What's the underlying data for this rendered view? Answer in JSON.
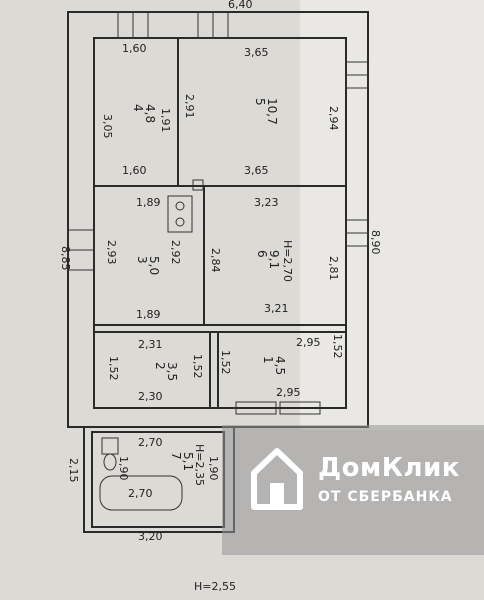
{
  "plan": {
    "overall": {
      "width_top": "6,40",
      "height_left": "8,85",
      "height_right": "8,90",
      "annex_bottom": "3,20",
      "annex_height": "2,15"
    },
    "rooms": [
      {
        "id": "r4",
        "number": "4",
        "area": "4,8",
        "w_top": "1,60",
        "w_bottom": "1,60",
        "h_left": "3,05",
        "h_right": "1,91"
      },
      {
        "id": "r5",
        "number": "5",
        "area": "10,7",
        "w_top": "3,65",
        "w_bottom": "3,65",
        "h_left": "2,91",
        "h_right": "2,94"
      },
      {
        "id": "r3",
        "number": "3",
        "area": "5,0",
        "w_top": "1,89",
        "w_bottom": "1,89",
        "h_left": "2,93",
        "h_right": "2,92"
      },
      {
        "id": "r6",
        "number": "6",
        "area": "9,1",
        "w_top": "3,23",
        "w_bottom": "3,21",
        "h_left": "2,84",
        "h_right": "2,81",
        "height": "H=2,70"
      },
      {
        "id": "r2",
        "number": "2",
        "area": "3,5",
        "w_top": "2,31",
        "w_bottom": "2,30",
        "h_left": "1,52",
        "h_right": "1,52"
      },
      {
        "id": "r1",
        "number": "1",
        "area": "4,5",
        "w_top": "2,95",
        "w_bottom": "2,95",
        "h_left": "1,52",
        "h_right": "1,52"
      },
      {
        "id": "r7",
        "number": "7",
        "area": "5,1",
        "w_top": "2,70",
        "height": "H=2,35",
        "h_left": "1,90",
        "h_right": "1,90",
        "bath": "2,70"
      }
    ],
    "footer_height": "H=2,55"
  },
  "watermark": {
    "title": "ДомКлик",
    "subtitle": "ОТ СБЕРБАНКА"
  }
}
